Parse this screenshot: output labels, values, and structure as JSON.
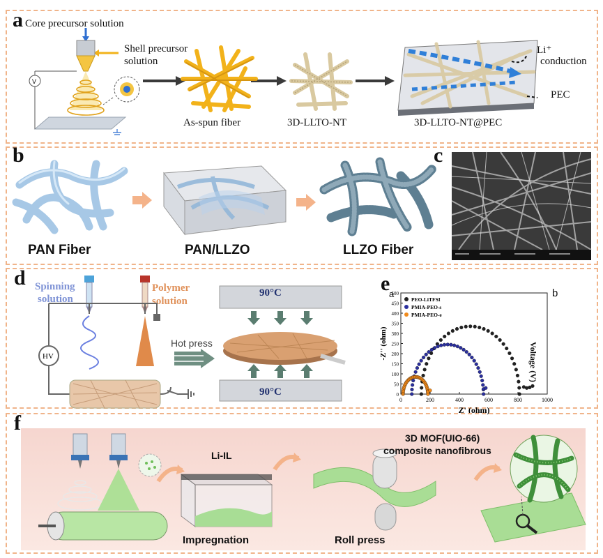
{
  "panel_a": {
    "label": "a",
    "core_label": "Core precursor solution",
    "shell_label": "Shell precursor solution",
    "shell_line1": "Shell precursor",
    "shell_line2": "solution",
    "voltage_symbol": "V",
    "step1": "As-spun fiber",
    "step2": "3D-LLTO-NT",
    "step3": "3D-LLTO-NT@PEC",
    "li_label": "Li⁺",
    "li_label2": "conduction",
    "pec_label": "PEC"
  },
  "panel_b": {
    "label": "b",
    "step1": "PAN Fiber",
    "step2": "PAN/LLZO",
    "step3": "LLZO Fiber"
  },
  "panel_c": {
    "label": "c"
  },
  "panel_d": {
    "label": "d",
    "spinning1": "Spinning",
    "spinning2": "solution",
    "polymer1": "Polymer",
    "polymer2": "solution",
    "hv": "HV",
    "hot_press": "Hot press",
    "temp_top": "90°C",
    "temp_bottom": "90°C"
  },
  "panel_e": {
    "label": "e",
    "subplot_a": "a",
    "subplot_b": "b",
    "right_ylabel": "Voltage (V)"
  },
  "panel_f": {
    "label": "f",
    "li_il": "Li-IL",
    "mof1": "3D MOF(UIO-66)",
    "mof2": "composite nanofibrous",
    "impregnation": "Impregnation",
    "roll_press": "Roll press"
  },
  "chart_data": {
    "type": "scatter",
    "xlabel": "Z' (ohm)",
    "ylabel": "-Z'' (ohm)",
    "xlim": [
      0,
      1000
    ],
    "ylim": [
      0,
      500
    ],
    "xticks": [
      0,
      200,
      400,
      600,
      800,
      1000
    ],
    "yticks": [
      0,
      50,
      100,
      150,
      200,
      250,
      300,
      350,
      400,
      450,
      500
    ],
    "legend_position": "top-left",
    "series": [
      {
        "name": "PEO-LiTFSI",
        "color": "#222222",
        "center": 475,
        "radius": 335,
        "tail_x": [
          840,
          860,
          880,
          900
        ],
        "tail_y": [
          35,
          30,
          33,
          40
        ]
      },
      {
        "name": "PMIA-PEO-s",
        "color": "#2a2f9e",
        "center": 320,
        "radius": 245,
        "tail_x": [
          565,
          580
        ],
        "tail_y": [
          25,
          30
        ]
      },
      {
        "name": "PMIA-PEO-e",
        "color": "#f08a1c",
        "center": 100,
        "radius": 85,
        "tail_x": [
          185,
          200
        ],
        "tail_y": [
          12,
          18
        ]
      }
    ]
  }
}
